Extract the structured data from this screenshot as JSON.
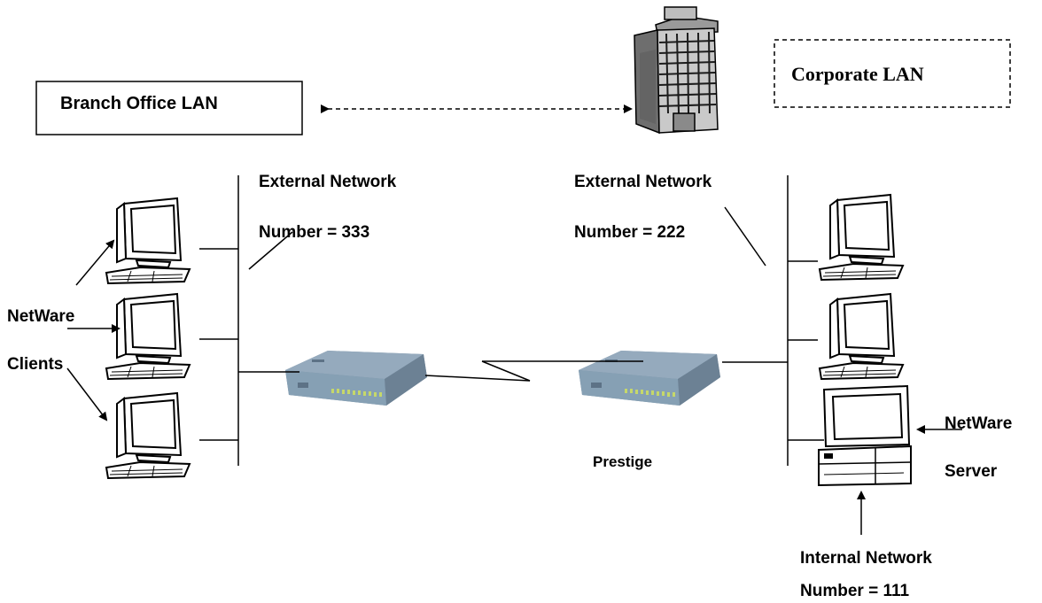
{
  "labels": {
    "branch_office": "Branch Office LAN",
    "corporate": "Corporate LAN",
    "ext_net_left_1": "External Network",
    "ext_net_left_2": "Number = 333",
    "ext_net_right_1": "External Network",
    "ext_net_right_2": "Number = 222",
    "netware_clients_1": "NetWare",
    "netware_clients_2": "Clients",
    "prestige": "Prestige",
    "netware_server_1": "NetWare",
    "netware_server_2": "Server",
    "internal_net_1": "Internal Network",
    "internal_net_2": "Number = 111"
  },
  "colors": {
    "router_body": "#7f95a8",
    "router_top": "#95aabd",
    "router_led": "#c6d86a",
    "monitor_screen": "#ffffff",
    "building": "#8a8a8a",
    "building_window": "#1c1c1c"
  },
  "icons": [
    "workstation-icon",
    "router-icon",
    "building-icon",
    "server-icon"
  ]
}
